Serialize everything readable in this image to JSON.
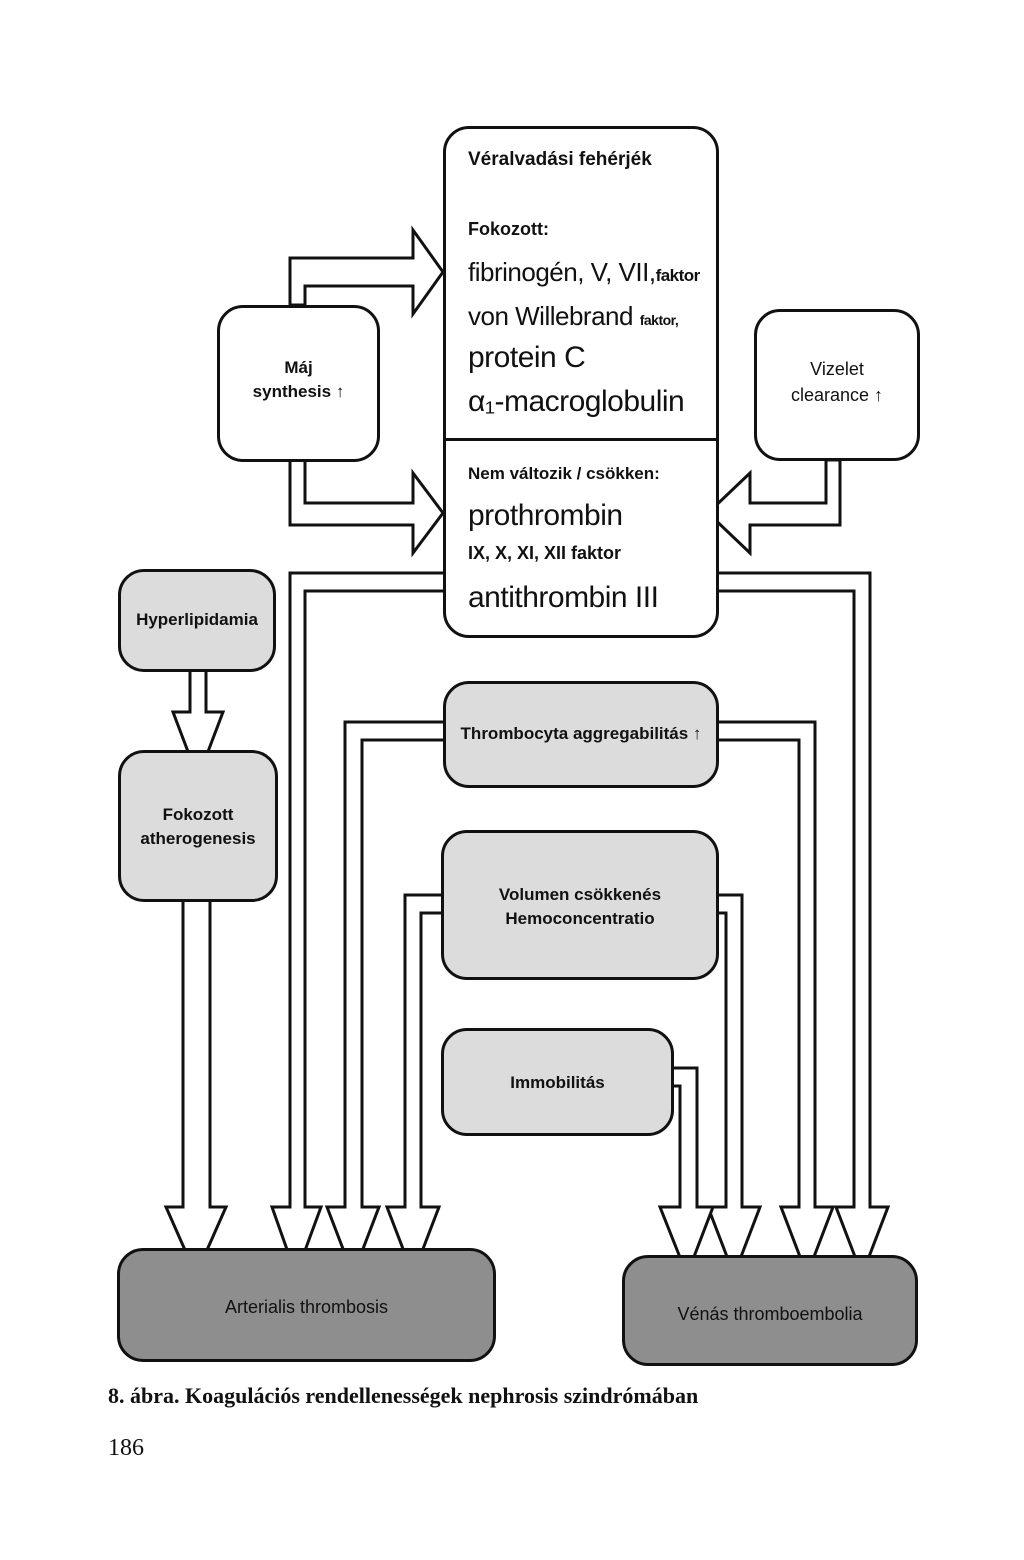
{
  "coag_box": {
    "title": "Véralvadási fehérjék",
    "increased_label": "Fokozott:",
    "increased_items": [
      "fibrinogén, V, VII,",
      "von Willebrand",
      "protein C",
      "α₁-macroglobulin"
    ],
    "increased_suffix_1": "faktor",
    "increased_suffix_2": "faktor,",
    "unchanged_label": "Nem változik / csökken:",
    "unchanged_items": [
      "prothrombin",
      "IX, X, XI, XII faktor",
      "antithrombin III"
    ]
  },
  "liver": {
    "label": "Máj\nsynthesis ↑"
  },
  "urine": {
    "label": "Vizelet\nclearance ↑"
  },
  "hyperlipidemia": {
    "label": "Hyperlipidamia"
  },
  "atherogenesis": {
    "label": "Fokozott\natherogenesis"
  },
  "platelet": {
    "label": "Thrombocyta aggregabilitás ↑"
  },
  "volume": {
    "label": "Volumen csökkenés\nHemoconcentratio"
  },
  "immobility": {
    "label": "Immobilitás"
  },
  "arterial": {
    "label": "Arterialis thrombosis"
  },
  "venous": {
    "label": "Vénás thromboembolia"
  },
  "figure": {
    "caption": "8. ábra. Koagulációs rendellenességek nephrosis szindrómában",
    "page_number": "186"
  },
  "colors": {
    "stroke": "#111111",
    "shaded_box": "#dcdcdc",
    "outcome_box": "#8e8e8e",
    "arrow_fill": "#ffffff"
  }
}
